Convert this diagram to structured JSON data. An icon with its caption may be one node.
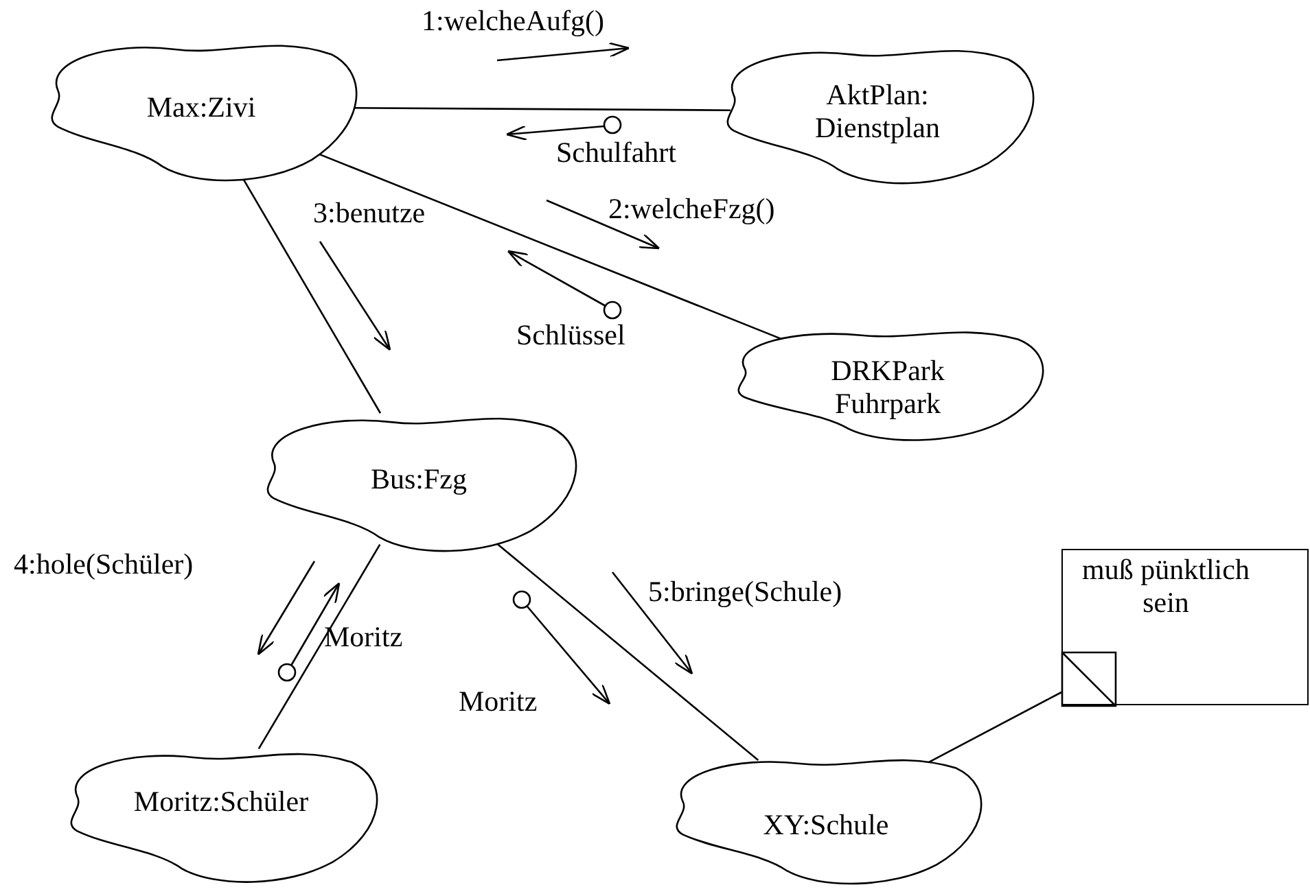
{
  "diagram": {
    "nodes": [
      {
        "text": [
          "Max:Zivi"
        ]
      },
      {
        "text": [
          "AktPlan: Dienstplan"
        ]
      },
      {
        "text": [
          "DRKPark Fuhrpark"
        ]
      },
      {
        "text": [
          "Bus:Fzg"
        ]
      },
      {
        "text": [
          "Moritz:Schüler"
        ]
      },
      {
        "text": [
          "XY:Schule"
        ]
      },
      {
        "text": [
          "muß pünktlich sein"
        ]
      }
    ],
    "edges": [
      {
        "from": 0,
        "to": 1,
        "arrow": "none"
      },
      {
        "from": 0,
        "to": 2,
        "arrow": "none"
      },
      {
        "from": 0,
        "to": 3,
        "arrow": "none"
      },
      {
        "from": 3,
        "to": 4,
        "arrow": "none"
      },
      {
        "from": 3,
        "to": 5,
        "arrow": "none"
      },
      {
        "from": 5,
        "to": 6,
        "arrow": "none"
      }
    ],
    "labels": [
      "1:welcheAufg()",
      "Schulfahrt",
      "3:benutze",
      "2:welcheFzg()",
      "Schlüssel",
      "4:hole(Schüler)",
      "Moritz",
      "5:bringe(Schule)",
      "Moritz"
    ]
  }
}
